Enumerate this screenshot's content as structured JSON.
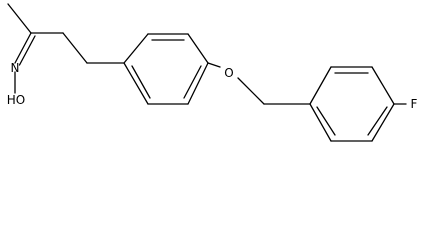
{
  "molecule": {
    "atoms": {
      "hydroxyl": "HO",
      "nitrogen": "N",
      "ether_oxygen": "O",
      "fluorine": "F"
    },
    "colors": {
      "bond": "#000000",
      "label": "#000000",
      "background": "#ffffff"
    }
  }
}
